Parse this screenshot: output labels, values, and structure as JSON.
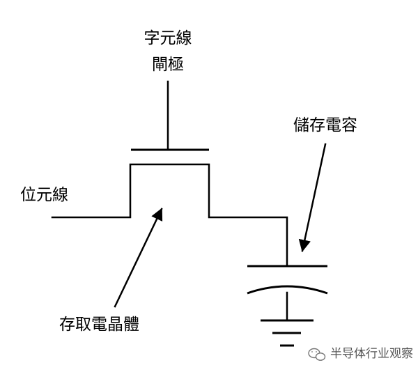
{
  "labels": {
    "word_line": "字元線",
    "gate": "閘極",
    "bit_line": "位元線",
    "storage_capacitor": "儲存電容",
    "access_transistor": "存取電晶體"
  },
  "watermark": {
    "text": "半导体行业观察",
    "icon": "wechat-icon"
  },
  "colors": {
    "line": "#000000",
    "background": "#ffffff",
    "watermark": "#555555"
  }
}
